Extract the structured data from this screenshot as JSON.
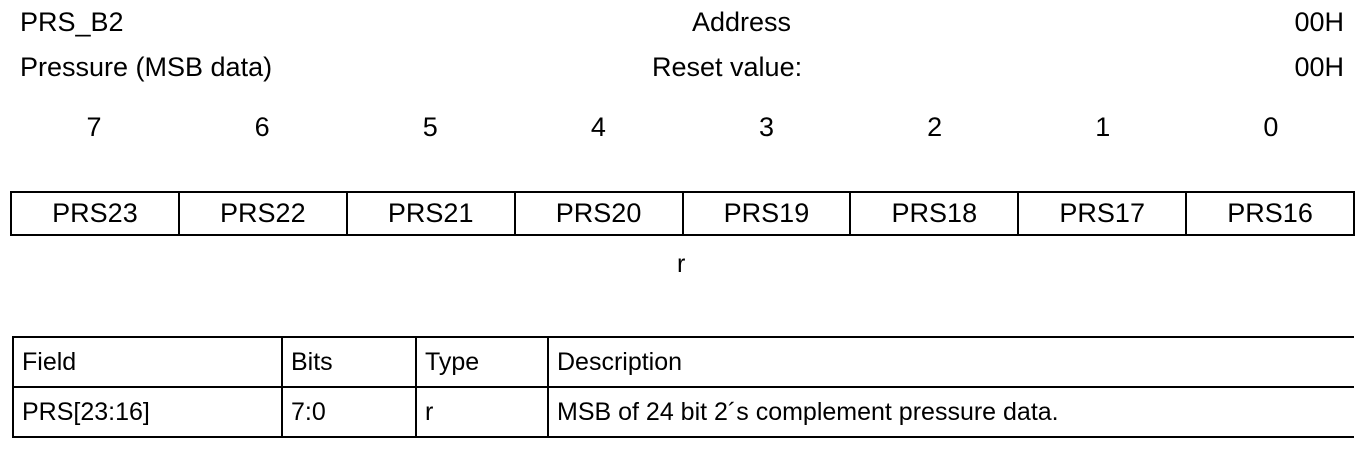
{
  "register": {
    "name": "PRS_B2",
    "description": "Pressure (MSB data)",
    "address_label": "Address",
    "address_value": "00H",
    "reset_label": "Reset value:",
    "reset_value": "00H"
  },
  "bit_numbers": [
    "7",
    "6",
    "5",
    "4",
    "3",
    "2",
    "1",
    "0"
  ],
  "bit_fields": [
    "PRS23",
    "PRS22",
    "PRS21",
    "PRS20",
    "PRS19",
    "PRS18",
    "PRS17",
    "PRS16"
  ],
  "access_type": "r",
  "field_table": {
    "headers": {
      "field": "Field",
      "bits": "Bits",
      "type": "Type",
      "description": "Description"
    },
    "rows": [
      {
        "field": "PRS[23:16]",
        "bits": "7:0",
        "type": "r",
        "description": "MSB of 24 bit 2´s complement pressure data."
      }
    ]
  },
  "colors": {
    "text": "#000000",
    "background": "#ffffff",
    "rule": "#000000"
  }
}
